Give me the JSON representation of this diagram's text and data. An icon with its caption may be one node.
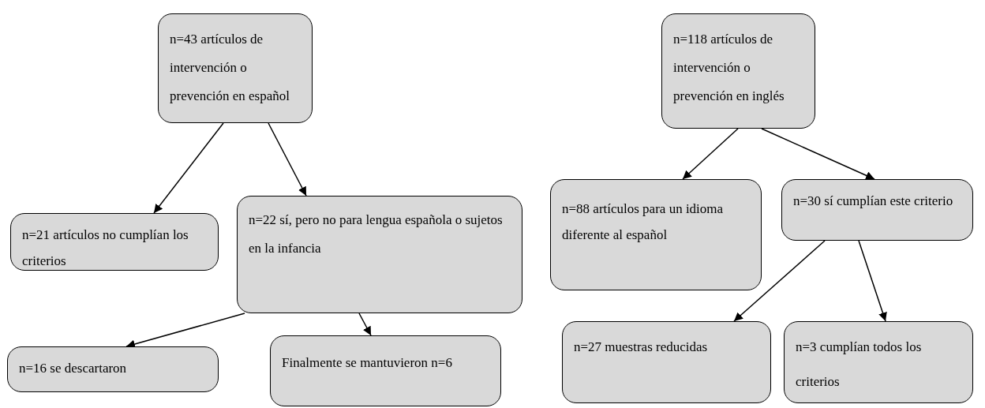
{
  "diagram": {
    "nodes": [
      {
        "text": [
          "n=43 artículos de intervención o prevención en español"
        ]
      },
      {
        "text": [
          "n=21 artículos no cumplían los criterios"
        ]
      },
      {
        "text": [
          "n=22 sí, pero no para lengua española o sujetos en la infancia"
        ]
      },
      {
        "text": [
          "n=16 se descartaron"
        ]
      },
      {
        "text": [
          "Finalmente se mantuvieron n=6"
        ]
      },
      {
        "text": [
          "n=118 artículos de intervención o prevención en inglés"
        ]
      },
      {
        "text": [
          "n=88 artículos para un idioma diferente al español"
        ]
      },
      {
        "text": [
          "n=30 sí cumplían este criterio"
        ]
      },
      {
        "text": [
          "n=27 muestras reducidas"
        ]
      },
      {
        "text": [
          "n=3 cumplían todos los criterios"
        ]
      }
    ],
    "edges": [
      {
        "from": 0,
        "to": 1,
        "arrow": "to"
      },
      {
        "from": 0,
        "to": 2,
        "arrow": "to"
      },
      {
        "from": 2,
        "to": 3,
        "arrow": "to"
      },
      {
        "from": 2,
        "to": 4,
        "arrow": "to"
      },
      {
        "from": 5,
        "to": 6,
        "arrow": "to"
      },
      {
        "from": 5,
        "to": 7,
        "arrow": "to"
      },
      {
        "from": 7,
        "to": 8,
        "arrow": "to"
      },
      {
        "from": 7,
        "to": 9,
        "arrow": "to"
      }
    ]
  }
}
